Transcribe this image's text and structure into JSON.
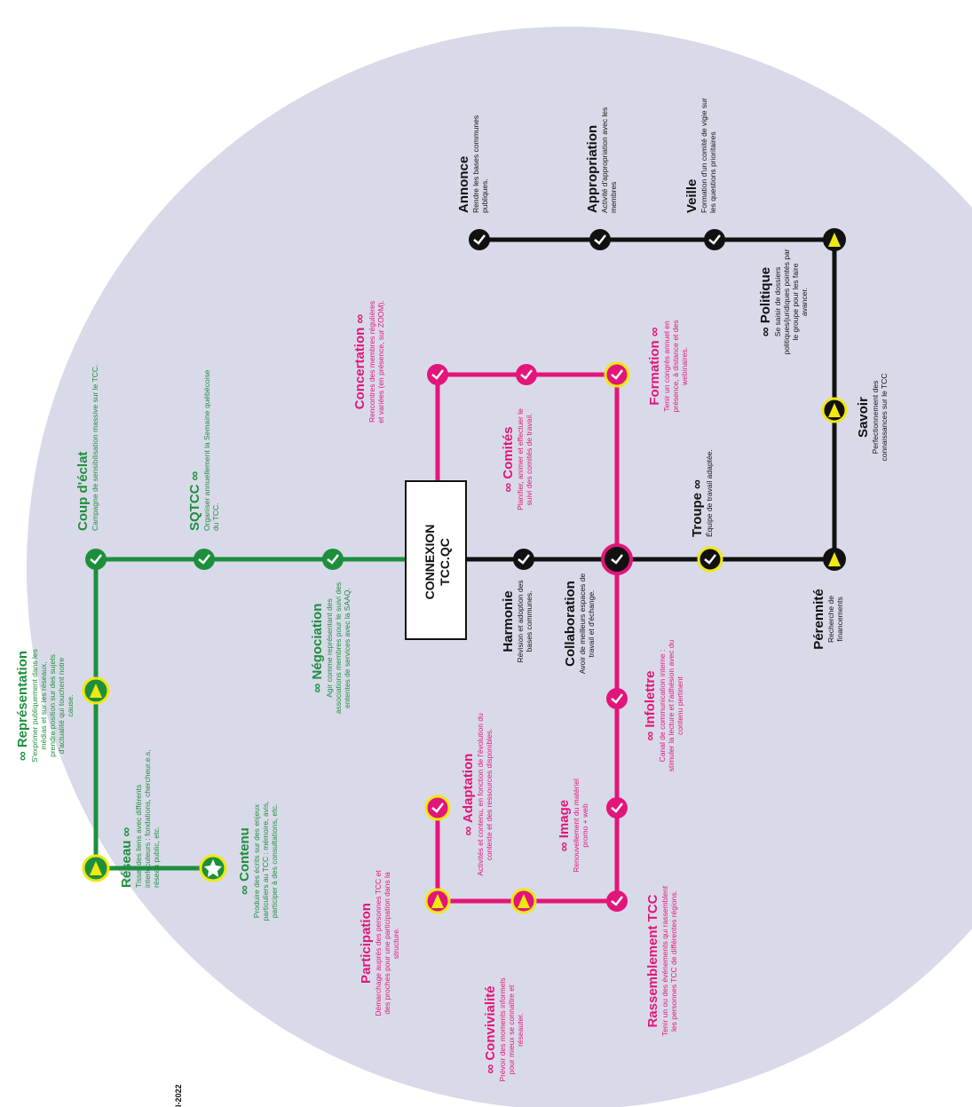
{
  "center": {
    "line1": "CONNEXION",
    "line2": "TCC.QC"
  },
  "colors": {
    "green": "#1d8f3c",
    "pink": "#e2157a",
    "black": "#111111",
    "yellow": "#f1e80f",
    "circle": "#d9dae9"
  },
  "footer_text": "l-2022",
  "infinity": "∞",
  "green_branch": {
    "representation": {
      "title": "Représentation",
      "text": "S'exprimer publiquement dans les médias et sur les réseaux, prendre position sur des sujets d'actualité qui touchent notre cause."
    },
    "reseau": {
      "title": "Réseau",
      "text": "Tisser des liens avec différents interlocuteurs : fondations, chercheur.e.s, réseau public, etc."
    },
    "contenu": {
      "title": "Contenu",
      "text": "Produire des écrits sur des enjeux particuliers au TCC : mémoire, avis, participer à des consultations, etc."
    },
    "coup_eclat": {
      "title": "Coup d'éclat",
      "text": "Campagne de sensibilisation massive sur le TCC."
    },
    "sqtcc": {
      "title": "SQTCC",
      "text": "Organiser annuellement la Semaine québécoise du TCC."
    },
    "negociation": {
      "title": "Négociation",
      "text": "Agir comme représentant des associations membres pour le suivi des ententes de services avec la SAAQ."
    }
  },
  "pink_branch": {
    "concertation": {
      "title": "Concertation",
      "text": "Rencontres des membres régulières et variées (en présence, sur ZOOM)."
    },
    "comites": {
      "title": "Comités",
      "text": "Planifier, animer et effectuer le suivi des comités de travail."
    },
    "formation": {
      "title": "Formation",
      "text": "Tenir un congrès annuel en présence, à distance et des webinaires."
    },
    "infolettre": {
      "title": "Infolettre",
      "text": "Canal de communication interne : stimuler la lecture et l'adhésion avec du contenu pertinent"
    },
    "image": {
      "title": "Image",
      "text": "Renouvellement du matériel promo + web"
    },
    "adaptation": {
      "title": "Adaptation",
      "text": "Activités et contenu, en fonction de l'évolution du contexte et des ressources disponibles."
    },
    "participation": {
      "title": "Participation",
      "text": "Démarchage auprès des personnes TCC et des proches pour une participation dans la structure."
    },
    "convivialite": {
      "title": "Convivialité",
      "text": "Prévoir des moments informels pour mieux se connaître et réseauter."
    },
    "rassemblement": {
      "title": "Rassemblement TCC",
      "text": "Tenir un ou des événements qui rassemblent les personnes TCC de différentes régions."
    }
  },
  "black_branch": {
    "harmonie": {
      "title": "Harmonie",
      "text": "Révision et adoption des bases communes."
    },
    "collaboration": {
      "title": "Collaboration",
      "text": "Avoir de meilleurs espaces de travail et d'échange."
    },
    "troupe": {
      "title": "Troupe",
      "text": "Équipe de travail adaptée."
    },
    "perennite": {
      "title": "Pérennité",
      "text": "Recherche de financements"
    },
    "savoir": {
      "title": "Savoir",
      "text": "Perfectionnement des connaissances sur le TCC"
    },
    "politique": {
      "title": "Politique",
      "text": "Se saisir de dossiers politiques/juridiques pointés par le groupe pour les faire avancer."
    },
    "veille": {
      "title": "Veille",
      "text": "Formation d'un comité de vigie sur les questions prioritaires"
    },
    "appropriation": {
      "title": "Appropriation",
      "text": "Activité d'appropriation avec les membres"
    },
    "annonce": {
      "title": "Annonce",
      "text": "Rendre les bases communes publiques."
    }
  }
}
